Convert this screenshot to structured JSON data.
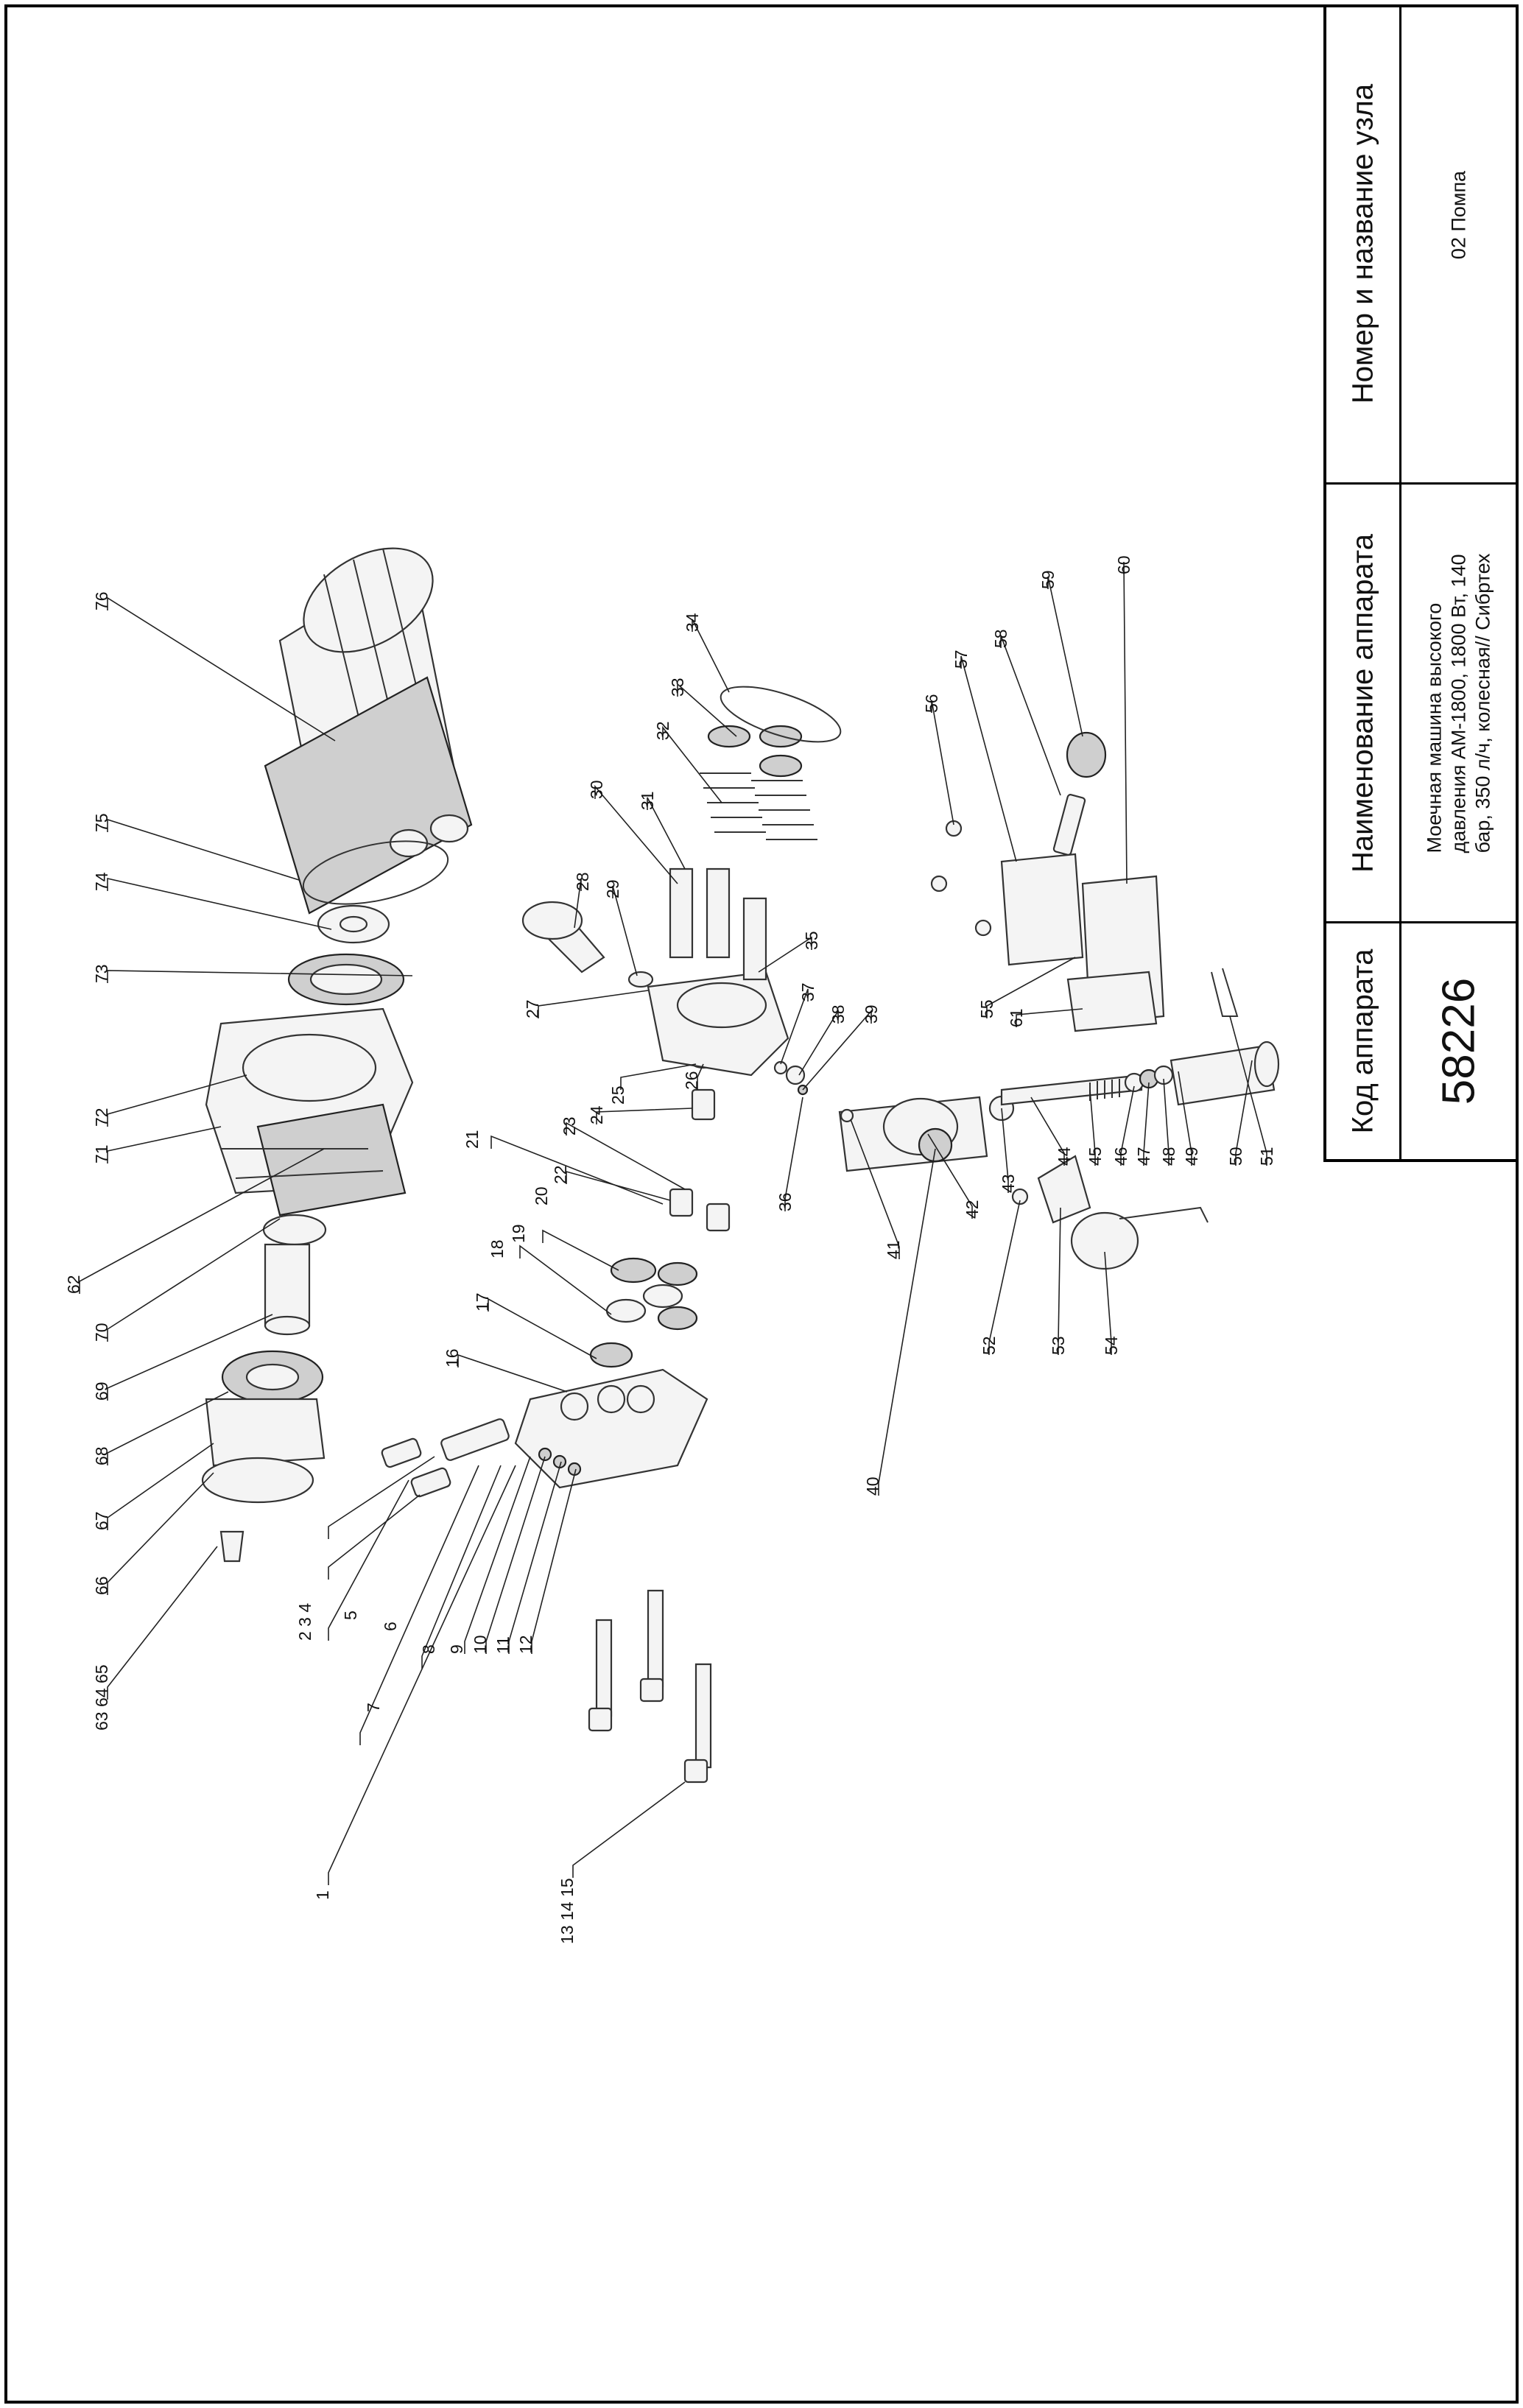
{
  "title_block": {
    "code_header": "Код аппарата",
    "code_value": "58226",
    "name_header": "Наименование аппарата",
    "name_value_lines": [
      "Моечная машина высокого",
      "давления АМ-1800, 1800 Вт, 140",
      "бар, 350 л/ч, колесная// Сибртех"
    ],
    "unit_header": "Номер и название узла",
    "unit_value": "02 Помпа"
  },
  "callouts": {
    "n1": "1",
    "n2_3_4": "2  3  4",
    "n5": "5",
    "n6": "6",
    "n7": "7",
    "n8": "8",
    "n9": "9",
    "n10": "10",
    "n11": "11",
    "n12": "12",
    "n13_14_15": "13  14  15",
    "n16": "16",
    "n17": "17",
    "n18": "18",
    "n19": "19",
    "n20": "20",
    "n21": "21",
    "n22": "22",
    "n23": "23",
    "n24": "24",
    "n25": "25",
    "n26": "26",
    "n27": "27",
    "n28": "28",
    "n29": "29",
    "n30": "30",
    "n31": "31",
    "n32": "32",
    "n33": "33",
    "n34": "34",
    "n35": "35",
    "n36": "36",
    "n37": "37",
    "n38": "38",
    "n39": "39",
    "n40": "40",
    "n41": "41",
    "n42": "42",
    "n43": "43",
    "n44": "44",
    "n45": "45",
    "n46": "46",
    "n47": "47",
    "n48": "48",
    "n49": "49",
    "n50": "50",
    "n51": "51",
    "n52": "52",
    "n53": "53",
    "n54": "54",
    "n55": "55",
    "n56": "56",
    "n57": "57",
    "n58": "58",
    "n59": "59",
    "n60": "60",
    "n61": "61",
    "n62": "62",
    "n63_64_65": "63  64  65",
    "n66": "66",
    "n67": "67",
    "n68": "68",
    "n69": "69",
    "n70": "70",
    "n71": "71",
    "n72": "72",
    "n73": "73",
    "n74": "74",
    "n75": "75",
    "n76": "76"
  }
}
